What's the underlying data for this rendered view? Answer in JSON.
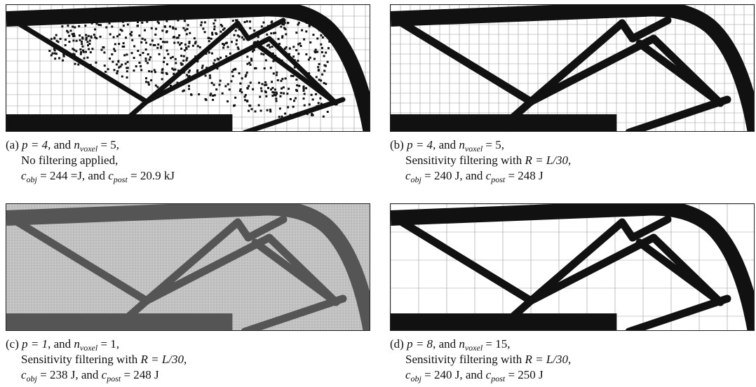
{
  "panels": [
    {
      "id": "a",
      "mesh": 16,
      "members": "noisy",
      "lines": [
        {
          "tag": "(a) ",
          "p_eq": "p = 4",
          "mid": ", and ",
          "n_name": "n",
          "n_sub": "voxel",
          "n_eq": " = 5,"
        },
        {
          "text": "No filtering applied,"
        },
        {
          "c1": "c",
          "c1_sub": "obj",
          "c1_eq": " = 244 =J, and ",
          "c2": "c",
          "c2_sub": "post",
          "c2_eq": " = 20.9 kJ"
        }
      ]
    },
    {
      "id": "b",
      "mesh": 14,
      "members": "solid",
      "lines": [
        {
          "tag": "(b) ",
          "p_eq": "p = 4",
          "mid": ", and ",
          "n_name": "n",
          "n_sub": "voxel",
          "n_eq": " = 5,"
        },
        {
          "text": "Sensitivity filtering with ",
          "r_eq": "R = L/30,"
        },
        {
          "c1": "c",
          "c1_sub": "obj",
          "c1_eq": " = 240 J, and ",
          "c2": "c",
          "c2_sub": "post",
          "c2_eq": " = 248 J"
        }
      ]
    },
    {
      "id": "c",
      "mesh": 4,
      "members": "gray",
      "lines": [
        {
          "tag": "(c) ",
          "p_eq": "p = 1",
          "mid": ", and ",
          "n_name": "n",
          "n_sub": "voxel",
          "n_eq": " = 1,"
        },
        {
          "text": "Sensitivity filtering with ",
          "r_eq": "R = L/30,"
        },
        {
          "c1": "c",
          "c1_sub": "obj",
          "c1_eq": " = 238 J, and ",
          "c2": "c",
          "c2_sub": "post",
          "c2_eq": " = 248 J"
        }
      ]
    },
    {
      "id": "d",
      "mesh": 40,
      "members": "solid",
      "lines": [
        {
          "tag": "(d) ",
          "p_eq": "p = 8",
          "mid": ", and ",
          "n_name": "n",
          "n_sub": "voxel",
          "n_eq": " = 15,"
        },
        {
          "text": "Sensitivity filtering with ",
          "r_eq": "R = L/30,"
        },
        {
          "c1": "c",
          "c1_sub": "obj",
          "c1_eq": " = 240 J, and ",
          "c2": "c",
          "c2_sub": "post",
          "c2_eq": " = 250 J"
        }
      ]
    }
  ]
}
